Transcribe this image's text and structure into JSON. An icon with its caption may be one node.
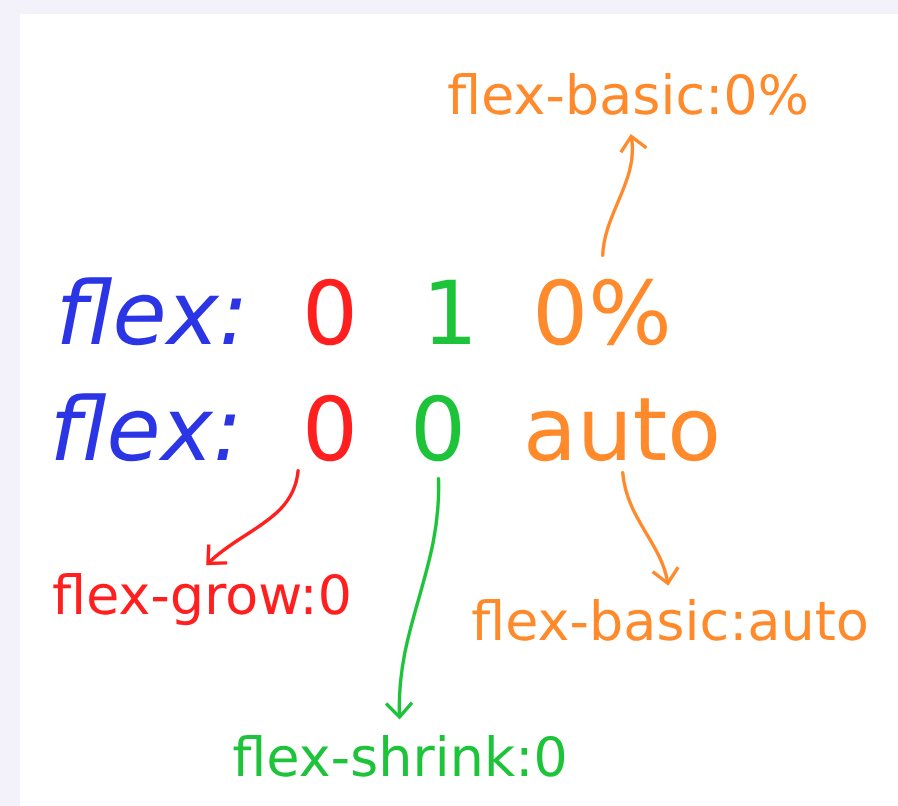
{
  "diagram": {
    "nodes": [
      {
        "text": [
          "flex-basic:0%"
        ]
      },
      {
        "text": [
          "0%"
        ]
      },
      {
        "text": [
          "0"
        ]
      },
      {
        "text": [
          "0"
        ]
      },
      {
        "text": [
          "auto"
        ]
      },
      {
        "text": [
          "flex-grow:0"
        ]
      },
      {
        "text": [
          "flex-basic:auto"
        ]
      },
      {
        "text": [
          "flex-shrink:0"
        ]
      }
    ],
    "edges": [
      {
        "from": 1,
        "to": 0,
        "arrow": "to"
      },
      {
        "from": 2,
        "to": 5,
        "arrow": "to",
        "color": "#ff1f1f"
      },
      {
        "from": 3,
        "to": 7,
        "arrow": "to",
        "color": "#1dc43a"
      },
      {
        "from": 4,
        "to": 6,
        "arrow": "to"
      }
    ],
    "labels": [
      "flex:",
      "0",
      "1",
      "flex:"
    ]
  }
}
